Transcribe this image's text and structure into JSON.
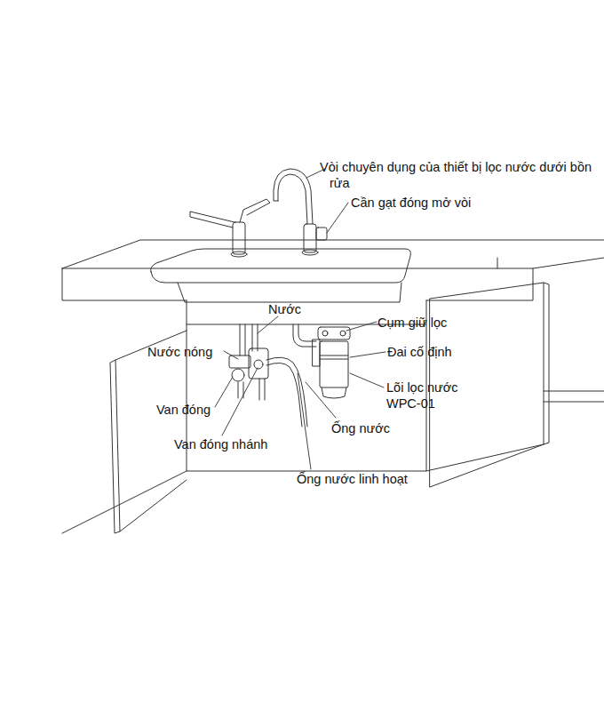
{
  "diagram": {
    "labels": [
      "Vòi chuyên dụng của thiết bị lọc nước dưới bồn rửa",
      "Cần gạt đóng mở vòi",
      "Nước",
      "Nước nóng",
      "Cụm giữ lọc",
      "Đai cố định",
      "Lõi lọc nước WPC-01",
      "Van đóng",
      "Ống nước",
      "Van đóng nhánh",
      "Ống nước linh hoạt"
    ]
  }
}
